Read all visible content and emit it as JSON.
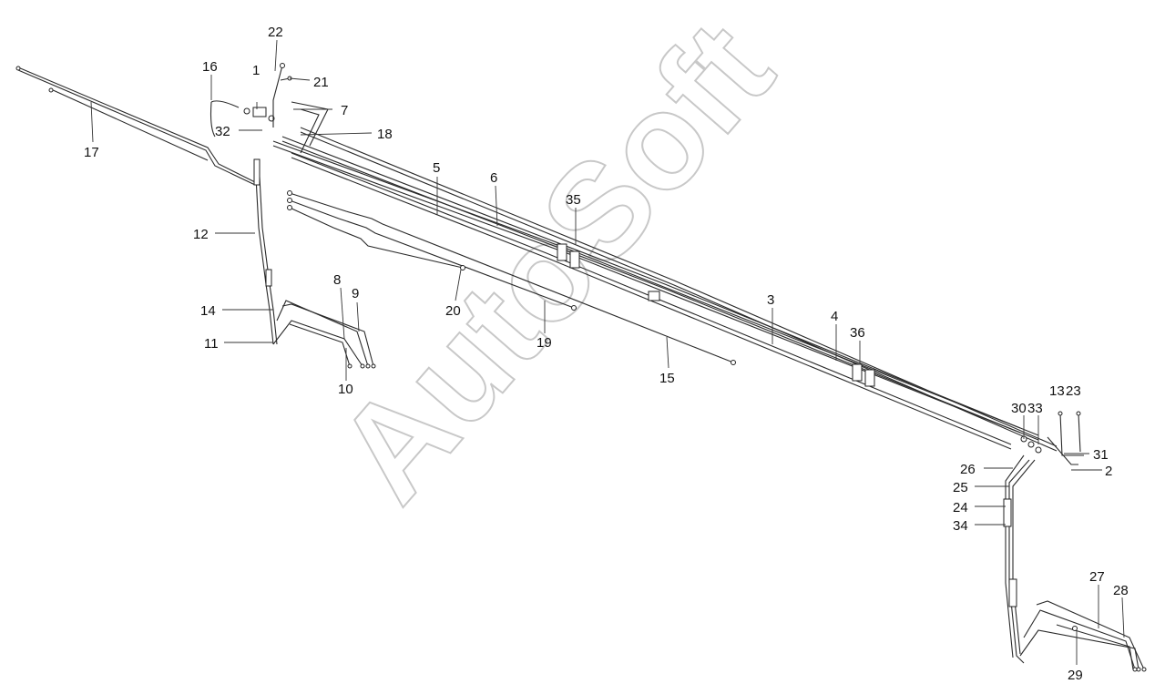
{
  "watermark": "AutoSoft",
  "callouts": [
    "22",
    "21",
    "1",
    "16",
    "7",
    "32",
    "18",
    "17",
    "5",
    "6",
    "35",
    "12",
    "20",
    "8",
    "9",
    "14",
    "11",
    "10",
    "19",
    "15",
    "3",
    "4",
    "36",
    "30",
    "33",
    "13",
    "23",
    "31",
    "2",
    "26",
    "25",
    "24",
    "34",
    "27",
    "28",
    "29"
  ]
}
